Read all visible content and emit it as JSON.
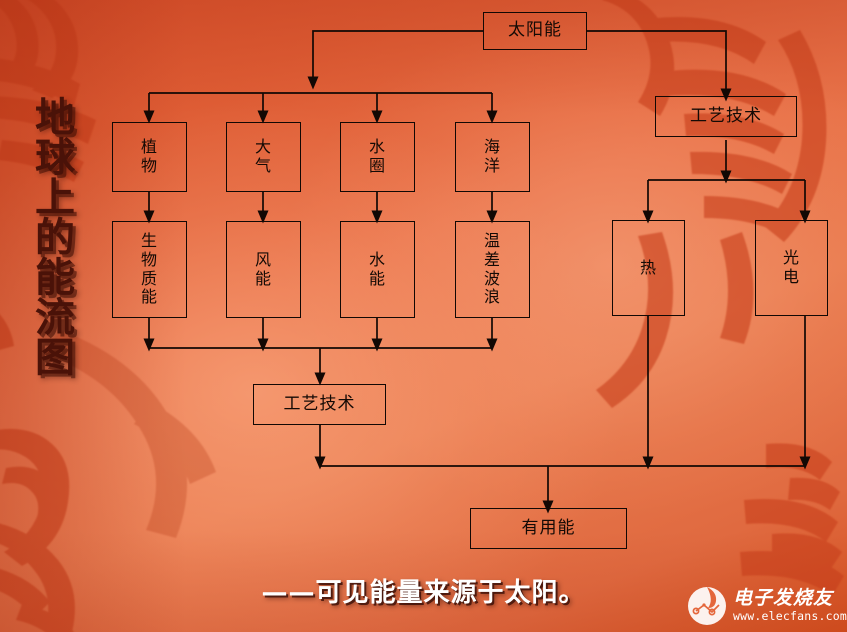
{
  "slide": {
    "title_vertical": "地球上的能流图",
    "caption": "——可见能量来源于太阳。",
    "background_color": "#e4673c",
    "accent_dark": "#c8421c",
    "line_color": "#120804",
    "text_color": "#140a05",
    "caption_color": "#ffffff",
    "title_color": "#4a1208"
  },
  "diagram": {
    "nodes": {
      "solar": {
        "label": "太阳能"
      },
      "tech_right": {
        "label": "工艺技术"
      },
      "plants": {
        "label": "植\n物"
      },
      "atmosphere": {
        "label": "大\n气"
      },
      "hydrosphere": {
        "label": "水\n圈"
      },
      "ocean": {
        "label": "海\n洋"
      },
      "biomass": {
        "label": "生\n物\n质\n能"
      },
      "wind": {
        "label": "风\n能"
      },
      "hydro": {
        "label": "水\n能"
      },
      "thermal_wave": {
        "label": "温\n差\n波\n浪"
      },
      "heat": {
        "label": "热"
      },
      "photoelectric": {
        "label": "光\n电"
      },
      "tech_mid": {
        "label": "工艺技术"
      },
      "useful_energy": {
        "label": "有用能"
      }
    },
    "edges": [
      {
        "from": "solar",
        "to": "row2-bus",
        "type": "elbow-left-down"
      },
      {
        "from": "solar",
        "to": "tech_right",
        "type": "elbow-right-down"
      },
      {
        "from": "row2-bus",
        "to": "plants",
        "type": "down-arrow"
      },
      {
        "from": "row2-bus",
        "to": "atmosphere",
        "type": "down-arrow"
      },
      {
        "from": "row2-bus",
        "to": "hydrosphere",
        "type": "down-arrow"
      },
      {
        "from": "row2-bus",
        "to": "ocean",
        "type": "down-arrow"
      },
      {
        "from": "plants",
        "to": "biomass",
        "type": "down-arrow"
      },
      {
        "from": "atmosphere",
        "to": "wind",
        "type": "down-arrow"
      },
      {
        "from": "hydrosphere",
        "to": "hydro",
        "type": "down-arrow"
      },
      {
        "from": "ocean",
        "to": "thermal_wave",
        "type": "down-arrow"
      },
      {
        "from": "biomass",
        "to": "mid-bus",
        "type": "down-arrow"
      },
      {
        "from": "wind",
        "to": "mid-bus",
        "type": "down-arrow"
      },
      {
        "from": "hydro",
        "to": "mid-bus",
        "type": "down-arrow"
      },
      {
        "from": "thermal_wave",
        "to": "mid-bus",
        "type": "down-arrow"
      },
      {
        "from": "mid-bus",
        "to": "tech_mid",
        "type": "down-arrow"
      },
      {
        "from": "tech_right",
        "to": "heat",
        "type": "split-down-arrow"
      },
      {
        "from": "tech_right",
        "to": "photoelectric",
        "type": "split-down-arrow"
      },
      {
        "from": "tech_mid",
        "to": "bottom-bus",
        "type": "down-arrow"
      },
      {
        "from": "heat",
        "to": "bottom-bus",
        "type": "down-arrow"
      },
      {
        "from": "photoelectric",
        "to": "bottom-bus",
        "type": "down-arrow"
      },
      {
        "from": "bottom-bus",
        "to": "useful_energy",
        "type": "down-arrow"
      }
    ]
  },
  "watermark": {
    "brand_cn": "电子发烧友",
    "url": "www.elecfans.com"
  }
}
